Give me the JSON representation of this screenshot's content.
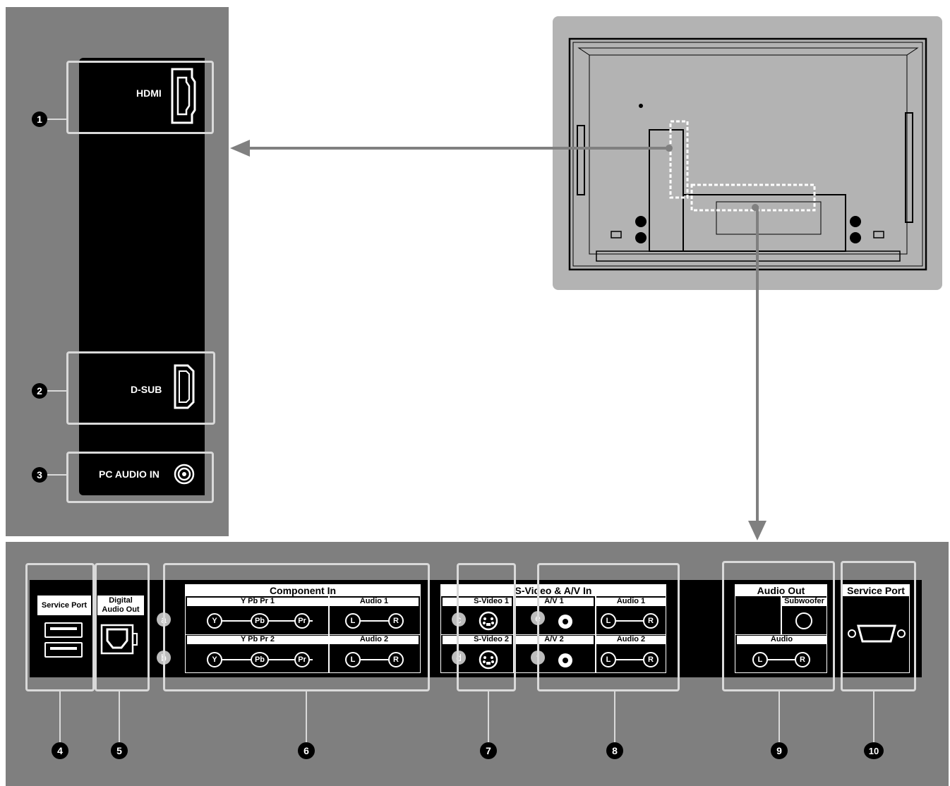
{
  "side_panel": {
    "hdmi_label": "HDMI",
    "dsub_label": "D-SUB",
    "pc_audio_label": "PC AUDIO IN",
    "badges": [
      "1",
      "2",
      "3"
    ]
  },
  "bottom_panel": {
    "service_port_left": "Service Port",
    "digital_audio_out": [
      "Digital",
      "Audio Out"
    ],
    "component": {
      "title": "Component  In",
      "row1_video": "Y Pb Pr  1",
      "row1_audio": "Audio 1",
      "row2_video": "Y Pb Pr  2",
      "row2_audio": "Audio 2",
      "jacks_video": [
        "Y",
        "Pb",
        "Pr"
      ],
      "jacks_audio": [
        "L",
        "R"
      ],
      "letters": [
        "a",
        "b"
      ]
    },
    "svideo_av": {
      "title": "S-Video & A/V In",
      "svideo1": "S-Video 1",
      "svideo2": "S-Video 2",
      "av1": "A/V 1",
      "av2": "A/V 2",
      "audio1": "Audio 1",
      "audio2": "Audio 2",
      "letters": [
        "c",
        "d",
        "e",
        "f"
      ]
    },
    "audio_out": {
      "title": "Audio Out",
      "subwoofer": "Subwoofer",
      "audio": "Audio"
    },
    "service_port_right": "Service Port",
    "badges": [
      "4",
      "5",
      "6",
      "7",
      "8",
      "9",
      "10"
    ]
  },
  "colors": {
    "panel_grey": "#7f7f7f",
    "tv_grey": "#b3b3b3",
    "callout_box": "#d9d9d9",
    "arrow": "#808080"
  }
}
